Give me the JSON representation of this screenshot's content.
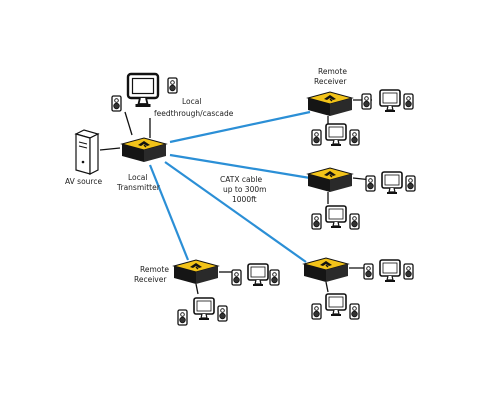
{
  "labels": {
    "local_feedthrough": [
      "Local",
      "feedthrough/cascade"
    ],
    "av_source": "AV source",
    "local_transmitter": [
      "Local",
      "Transmitter"
    ],
    "catx_cable": [
      "CATX cable",
      "up to 300m",
      "1000ft"
    ],
    "remote_receiver_top": [
      "Remote",
      "Receiver"
    ],
    "remote_receiver_left": [
      "Remote",
      "Receiver"
    ]
  },
  "colors": {
    "cable": "#2b8fd6",
    "device_body": "#111111",
    "device_top": "#f2c319",
    "outline": "#111111"
  },
  "icons": {
    "transmitter": "av-extender-box-icon",
    "receiver": "av-extender-box-icon",
    "monitor": "monitor-icon",
    "speaker": "speaker-icon",
    "computer": "tower-computer-icon"
  }
}
